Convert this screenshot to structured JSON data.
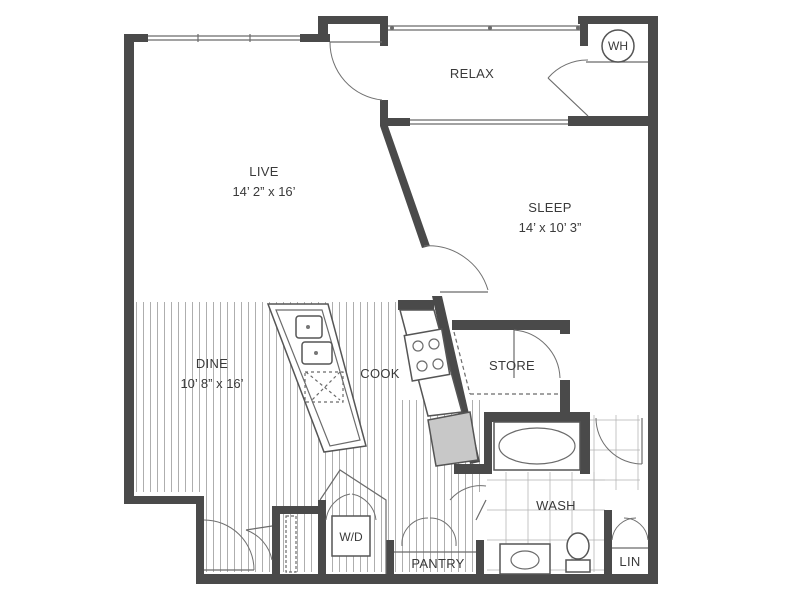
{
  "rooms": {
    "live": {
      "name": "LIVE",
      "dims": "14’ 2” x 16’"
    },
    "sleep": {
      "name": "SLEEP",
      "dims": "14’ x 10’ 3”"
    },
    "relax": {
      "name": "RELAX"
    },
    "dine": {
      "name": "DINE",
      "dims": "10’ 8” x 16’"
    },
    "cook": {
      "name": "COOK"
    },
    "store": {
      "name": "STORE"
    },
    "wash": {
      "name": "WASH"
    },
    "pantry": {
      "name": "PANTRY"
    },
    "lin": {
      "name": "LIN"
    }
  },
  "fixtures": {
    "water_heater": "WH",
    "washer_dryer": "W/D"
  },
  "colors": {
    "wall": "#4a4a4a",
    "line": "#6b6b6b"
  }
}
